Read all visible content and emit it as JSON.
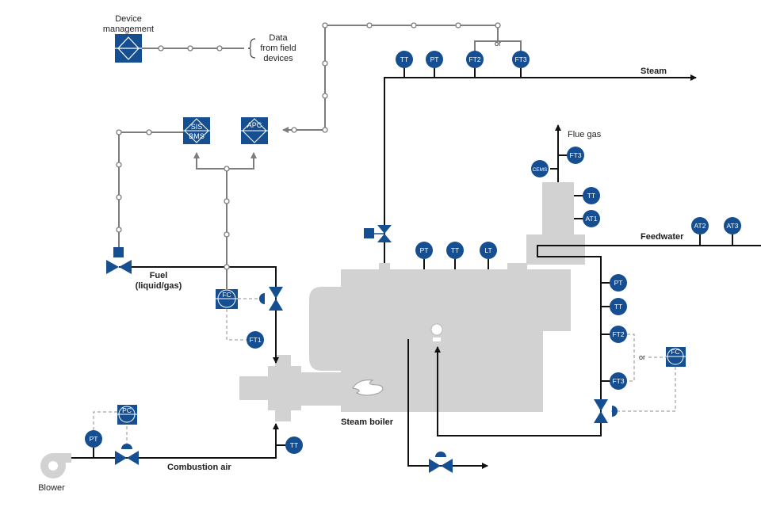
{
  "diagram": {
    "labels": {
      "device_management": [
        "Device",
        "management"
      ],
      "data_from_field": [
        "Data",
        "from field",
        "devices"
      ],
      "or_top": "or",
      "steam": "Steam",
      "flue_gas": "Flue gas",
      "feedwater": "Feedwater",
      "fuel": [
        "Fuel",
        "(liquid/gas)"
      ],
      "steam_boiler": "Steam boiler",
      "combustion_air": "Combustion air",
      "blower": "Blower",
      "or_right": "or"
    },
    "controllers": {
      "sis": [
        "SIS",
        "BMS"
      ],
      "apc": "APC"
    },
    "instruments": {
      "steam_tt": "TT",
      "steam_pt": "PT",
      "steam_ft2": "FT2",
      "steam_ft3": "FT3",
      "flue_ft3": "FT3",
      "cems": "CEMS",
      "flue_tt": "TT",
      "flue_at1": "AT1",
      "fw_at2": "AT2",
      "fw_at3": "AT3",
      "boiler_pt": "PT",
      "boiler_tt": "TT",
      "boiler_lt": "LT",
      "fw_pt": "PT",
      "fw_tt": "TT",
      "fw_ft2": "FT2",
      "fw_ft3": "FT3",
      "fw_fc": "FC",
      "fuel_fc": "FC",
      "fuel_ft1": "FT1",
      "air_pc": "PC",
      "air_pt": "PT",
      "air_tt": "TT"
    },
    "colors": {
      "instrument_blue": "#154f91",
      "boiler_grey": "#d2d2d2",
      "pipe": "#111111",
      "signal": "#7d7d7d"
    }
  }
}
